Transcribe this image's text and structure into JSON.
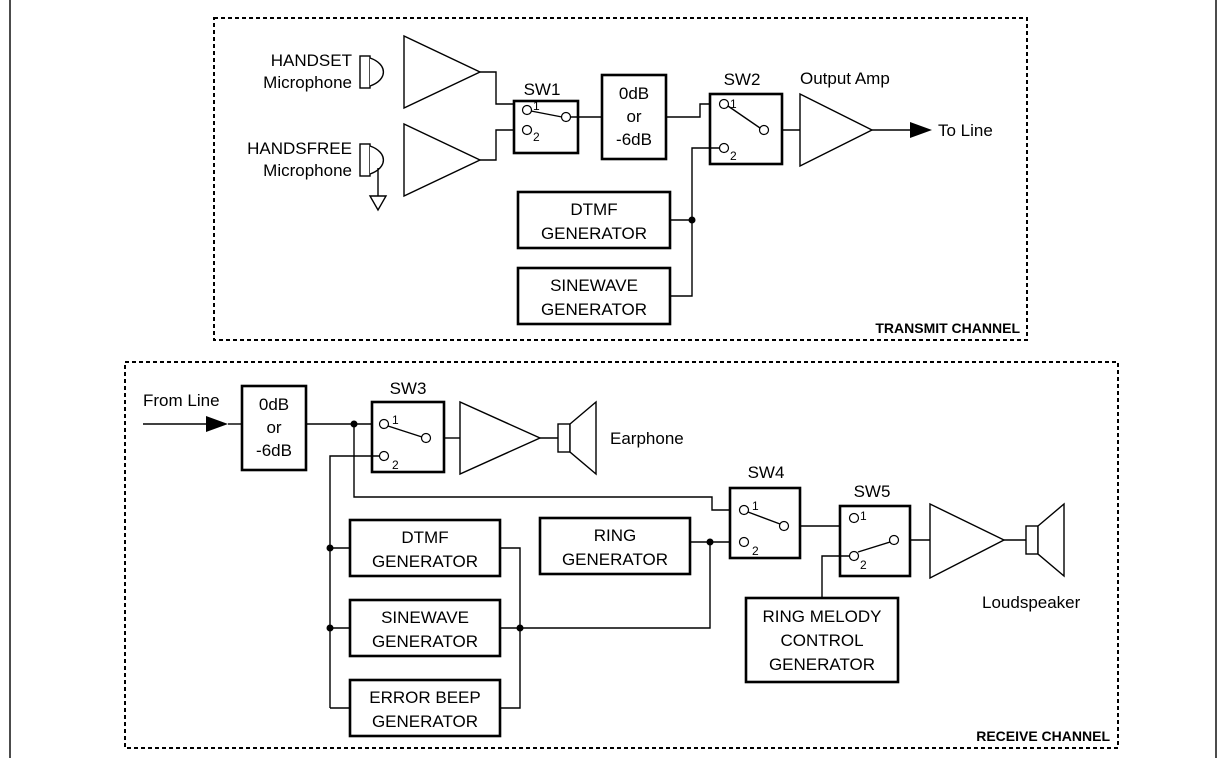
{
  "transmit": {
    "label": "TRANSMIT CHANNEL",
    "handset_label_1": "HANDSET",
    "handset_label_2": "Microphone",
    "handsfree_label_1": "HANDSFREE",
    "handsfree_label_2": "Microphone",
    "sw1": "SW1",
    "sw2": "SW2",
    "atten_1": "0dB",
    "atten_2": "or",
    "atten_3": "-6dB",
    "output_amp": "Output Amp",
    "to_line": "To Line",
    "dtmf_1": "DTMF",
    "dtmf_2": "GENERATOR",
    "sine_1": "SINEWAVE",
    "sine_2": "GENERATOR"
  },
  "receive": {
    "label": "RECEIVE CHANNEL",
    "from_line": "From Line",
    "atten_1": "0dB",
    "atten_2": "or",
    "atten_3": "-6dB",
    "sw3": "SW3",
    "sw4": "SW4",
    "sw5": "SW5",
    "earphone": "Earphone",
    "loudspeaker": "Loudspeaker",
    "dtmf_1": "DTMF",
    "dtmf_2": "GENERATOR",
    "sine_1": "SINEWAVE",
    "sine_2": "GENERATOR",
    "error_1": "ERROR BEEP",
    "error_2": "GENERATOR",
    "ring_1": "RING",
    "ring_2": "GENERATOR",
    "melody_1": "RING MELODY",
    "melody_2": "CONTROL",
    "melody_3": "GENERATOR"
  },
  "switch_positions": {
    "pos1": "1",
    "pos2": "2"
  }
}
